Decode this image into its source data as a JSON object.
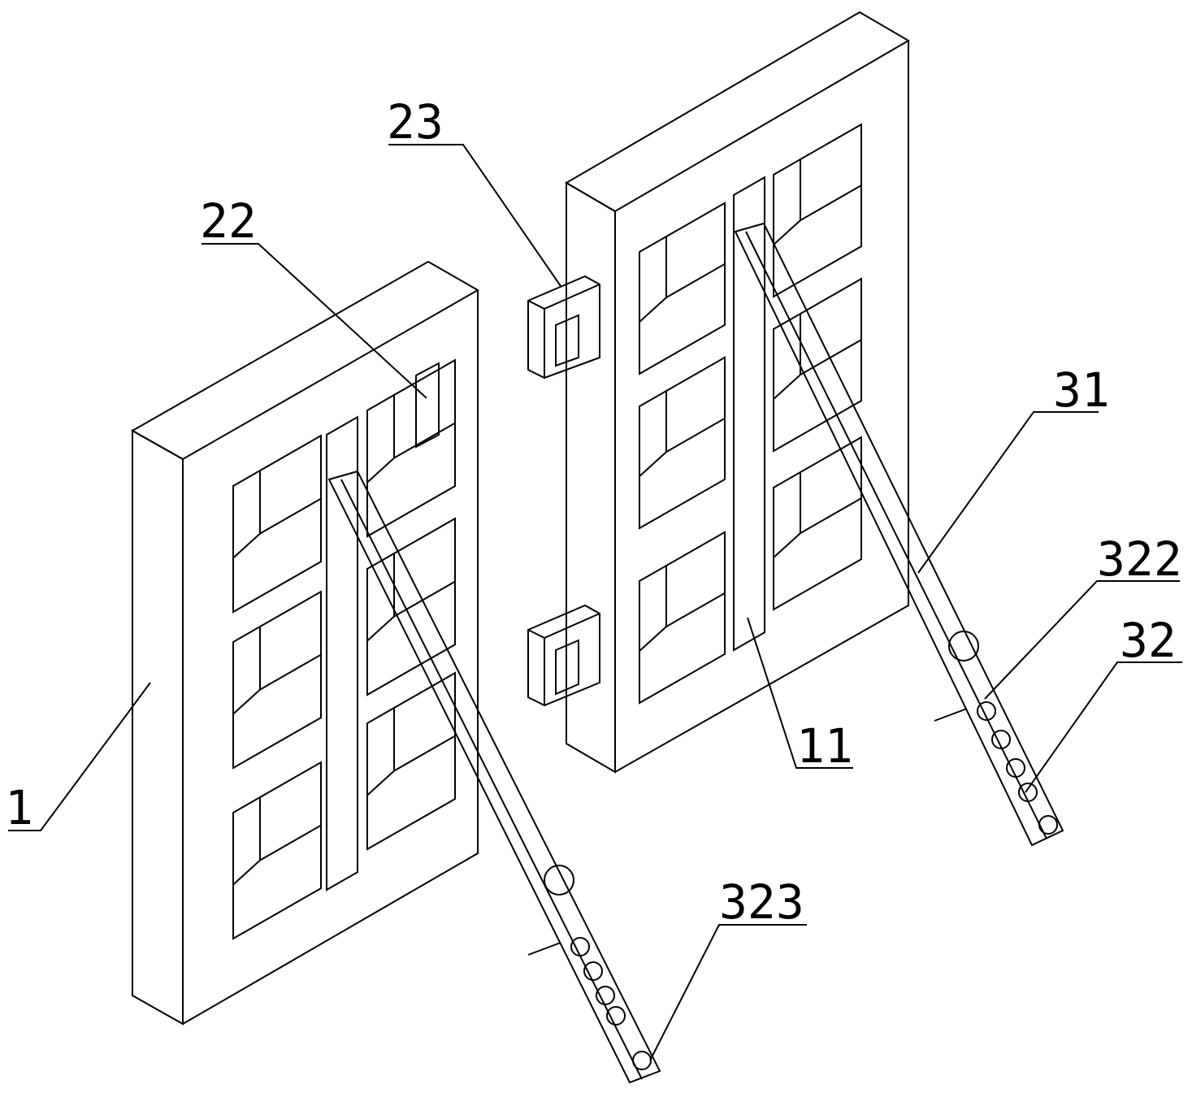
{
  "figure": {
    "labels": {
      "l23": "23",
      "l22": "22",
      "l1": "1",
      "l31": "31",
      "l322": "322",
      "l32": "32",
      "l11": "11",
      "l323": "323"
    }
  }
}
